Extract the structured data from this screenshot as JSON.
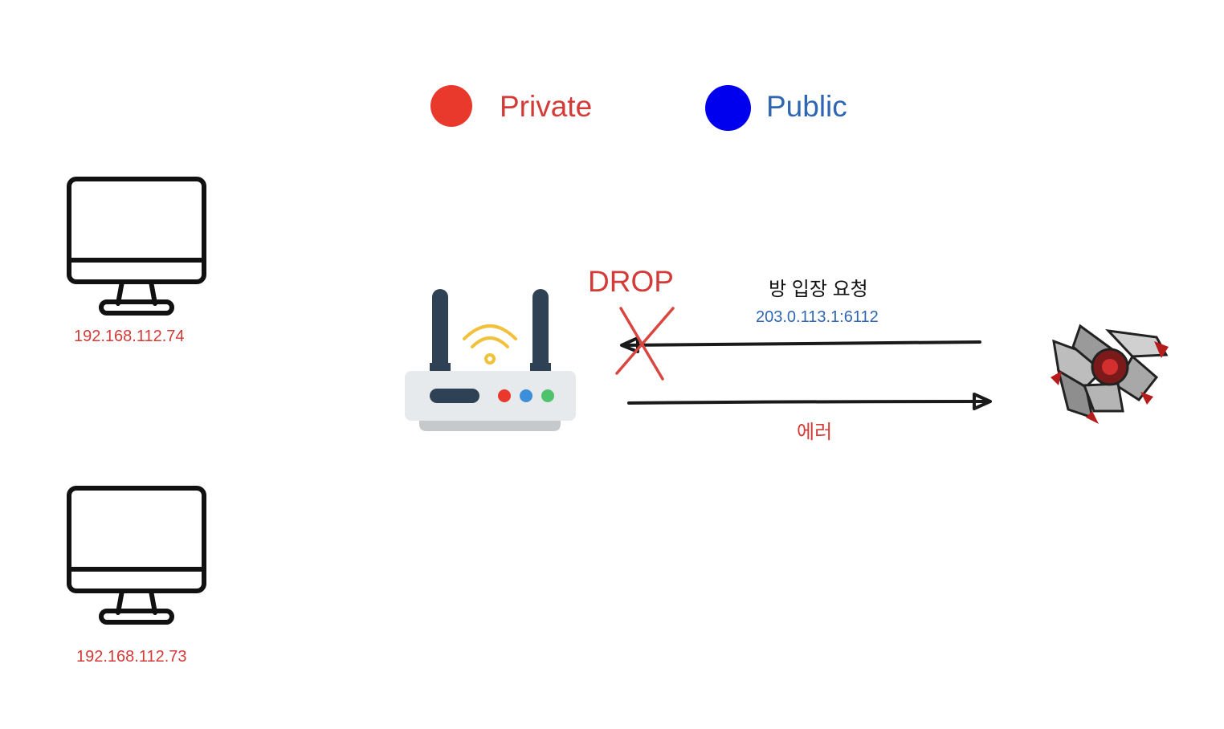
{
  "colors": {
    "private": "#e8392c",
    "public": "#0000ee",
    "private_text": "#d33b38",
    "public_text": "#2f66b3",
    "ink": "#111111",
    "router_body": "#e7eaec",
    "router_antenna": "#2f4255",
    "wifi": "#f2c13b"
  },
  "legend": {
    "private_label": "Private",
    "public_label": "Public"
  },
  "hosts": [
    {
      "ip": "192.168.112.74"
    },
    {
      "ip": "192.168.112.73"
    }
  ],
  "router": {
    "leds": [
      "#e8392c",
      "#3b8fd8",
      "#4fc36b"
    ]
  },
  "flow": {
    "drop_label": "DROP",
    "request_label": "방 입장 요청",
    "request_address": "203.0.113.1:6112",
    "response_label": "에러"
  },
  "remote": {
    "icon": "spaceship-icon"
  }
}
